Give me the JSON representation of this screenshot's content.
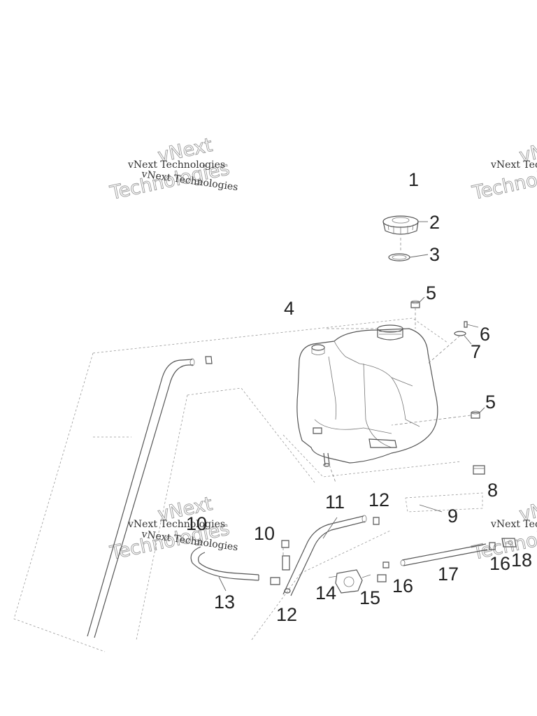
{
  "watermark": {
    "small_text": "vNext Technologies",
    "big_line1": "vNext",
    "big_line2": "Technologies"
  },
  "callouts": [
    "1",
    "2",
    "3",
    "4",
    "5",
    "5",
    "6",
    "7",
    "8",
    "9",
    "10",
    "10",
    "11",
    "12",
    "12",
    "13",
    "14",
    "15",
    "16",
    "16",
    "17",
    "18"
  ]
}
